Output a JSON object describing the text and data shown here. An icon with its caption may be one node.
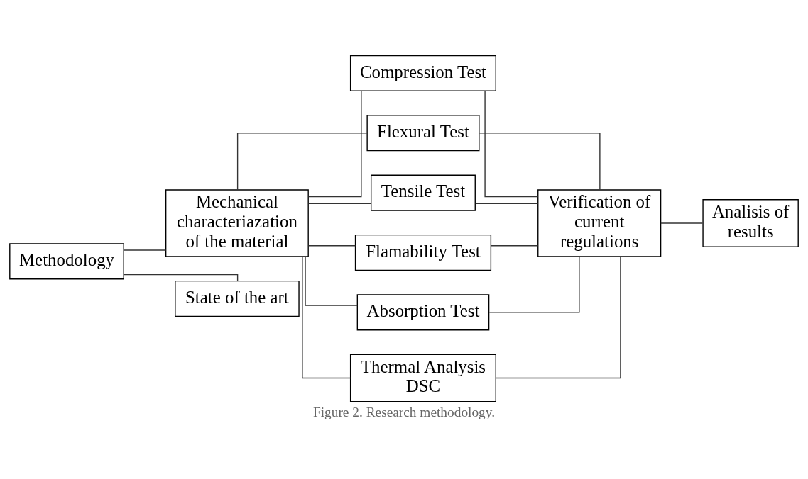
{
  "diagram": {
    "caption": "Figure 2. Research methodology.",
    "nodes": [
      {
        "text": [
          "Methodology"
        ]
      },
      {
        "text": [
          "Mechanical characteriazation of the material"
        ]
      },
      {
        "text": [
          "State of the art"
        ]
      },
      {
        "text": [
          "Compression Test"
        ]
      },
      {
        "text": [
          "Flexural Test"
        ]
      },
      {
        "text": [
          "Tensile Test"
        ]
      },
      {
        "text": [
          "Flamability Test"
        ]
      },
      {
        "text": [
          "Absorption Test"
        ]
      },
      {
        "text": [
          "Thermal Analysis DSC"
        ]
      },
      {
        "text": [
          "Verification of current regulations"
        ]
      },
      {
        "text": [
          "Analisis of results"
        ]
      }
    ],
    "edges": [
      {
        "from": 0,
        "to": 1,
        "arrow": "none"
      },
      {
        "from": 0,
        "to": 2,
        "arrow": "none"
      },
      {
        "from": 1,
        "to": 3,
        "arrow": "none"
      },
      {
        "from": 1,
        "to": 4,
        "arrow": "none"
      },
      {
        "from": 1,
        "to": 5,
        "arrow": "none"
      },
      {
        "from": 1,
        "to": 6,
        "arrow": "none"
      },
      {
        "from": 1,
        "to": 7,
        "arrow": "none"
      },
      {
        "from": 1,
        "to": 8,
        "arrow": "none"
      },
      {
        "from": 3,
        "to": 9,
        "arrow": "none"
      },
      {
        "from": 4,
        "to": 9,
        "arrow": "none"
      },
      {
        "from": 5,
        "to": 9,
        "arrow": "none"
      },
      {
        "from": 6,
        "to": 9,
        "arrow": "none"
      },
      {
        "from": 7,
        "to": 9,
        "arrow": "none"
      },
      {
        "from": 8,
        "to": 9,
        "arrow": "none"
      },
      {
        "from": 9,
        "to": 10,
        "arrow": "none"
      }
    ]
  }
}
